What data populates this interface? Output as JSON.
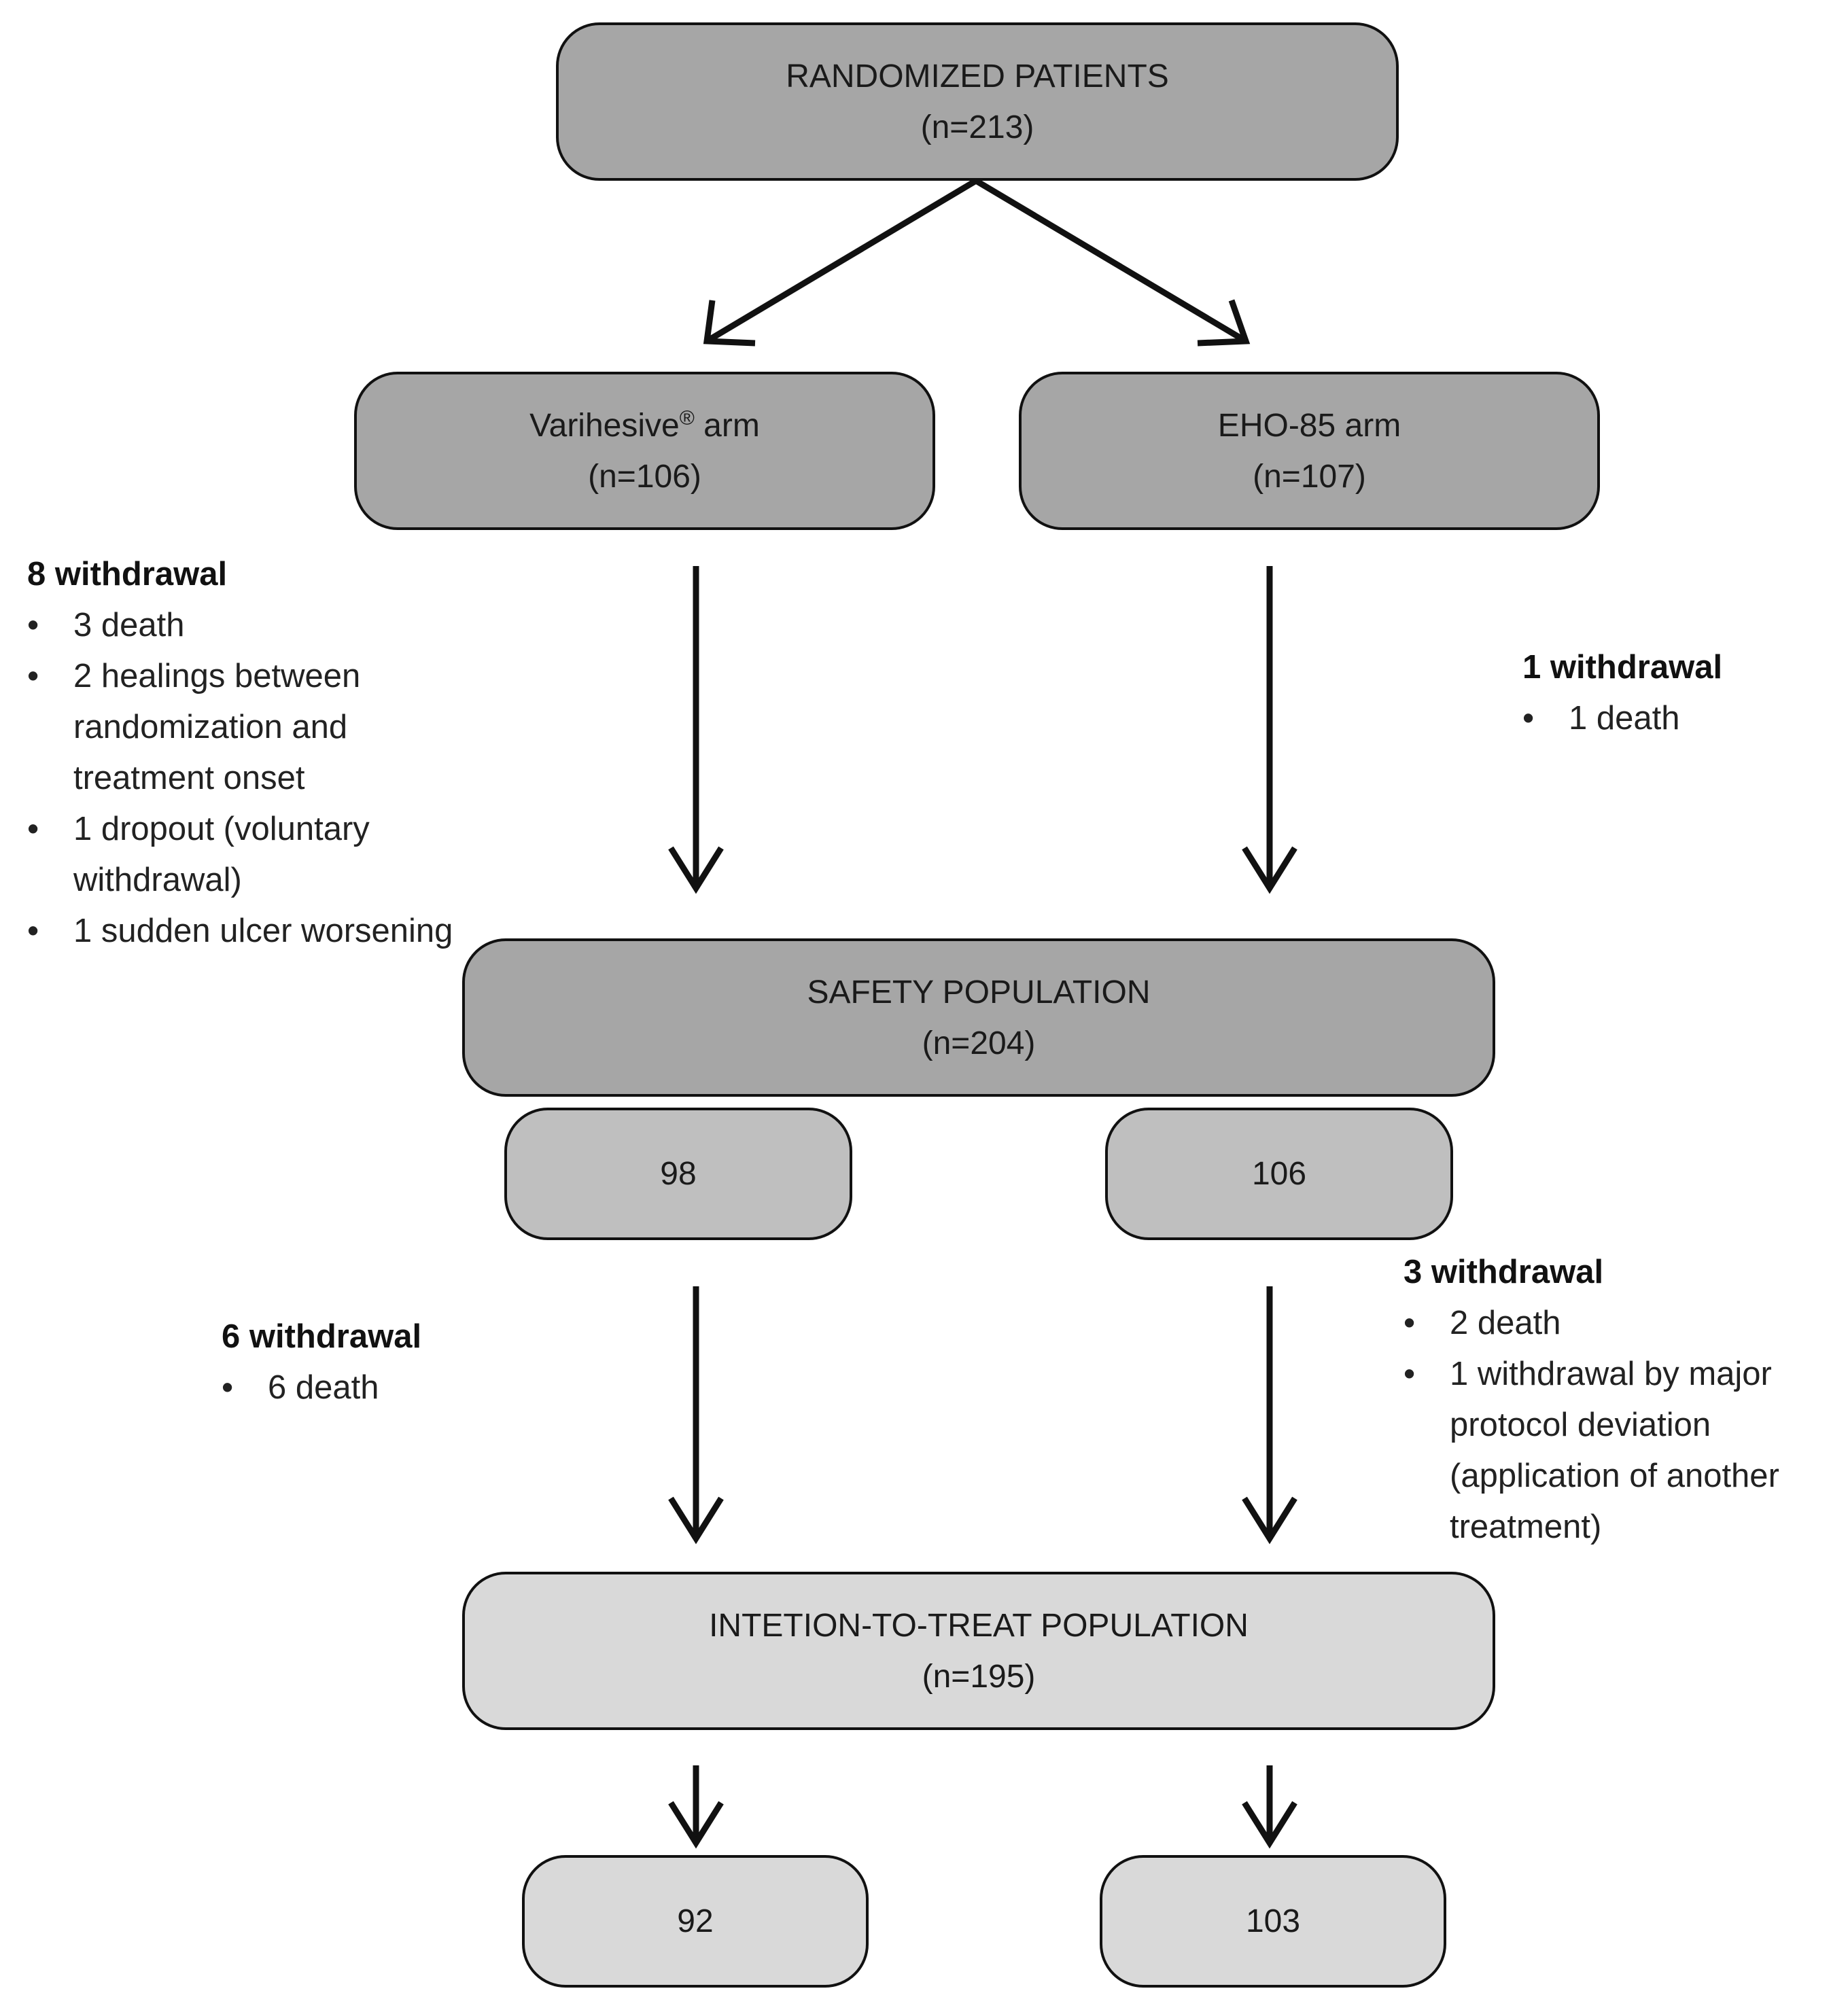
{
  "randomized": {
    "title": "RANDOMIZED PATIENTS",
    "n": "(n=213)"
  },
  "arms": {
    "varihesive": {
      "name": "Varihesive",
      "mark": "®",
      "suffix": " arm",
      "n": "(n=106)"
    },
    "eho": {
      "title": "EHO-85 arm",
      "n": "(n=107)"
    }
  },
  "notes": {
    "varihesive_pre": {
      "head": "8 withdrawal",
      "items": [
        "3 death",
        "2 healings between randomization and treatment onset",
        "1 dropout (voluntary withdrawal)",
        "1 sudden ulcer worsening"
      ]
    },
    "eho_pre": {
      "head": "1 withdrawal",
      "items": [
        "1 death"
      ]
    },
    "varihesive_post": {
      "head": "6 withdrawal",
      "items": [
        "6 death"
      ]
    },
    "eho_post": {
      "head": "3 withdrawal",
      "items": [
        "2 death",
        "1 withdrawal by major protocol deviation (application of another treatment)"
      ]
    }
  },
  "safety": {
    "title": "SAFETY POPULATION",
    "n": "(n=204)",
    "left": "98",
    "right": "106"
  },
  "itt": {
    "title": "INTETION-TO-TREAT POPULATION",
    "n": "(n=195)",
    "left": "92",
    "right": "103"
  },
  "bullet": "•",
  "colors": {
    "dark_box": "#a6a6a6",
    "mid_box": "#bfbfbf",
    "light_box": "#d9d9d9",
    "stroke": "#111111"
  }
}
